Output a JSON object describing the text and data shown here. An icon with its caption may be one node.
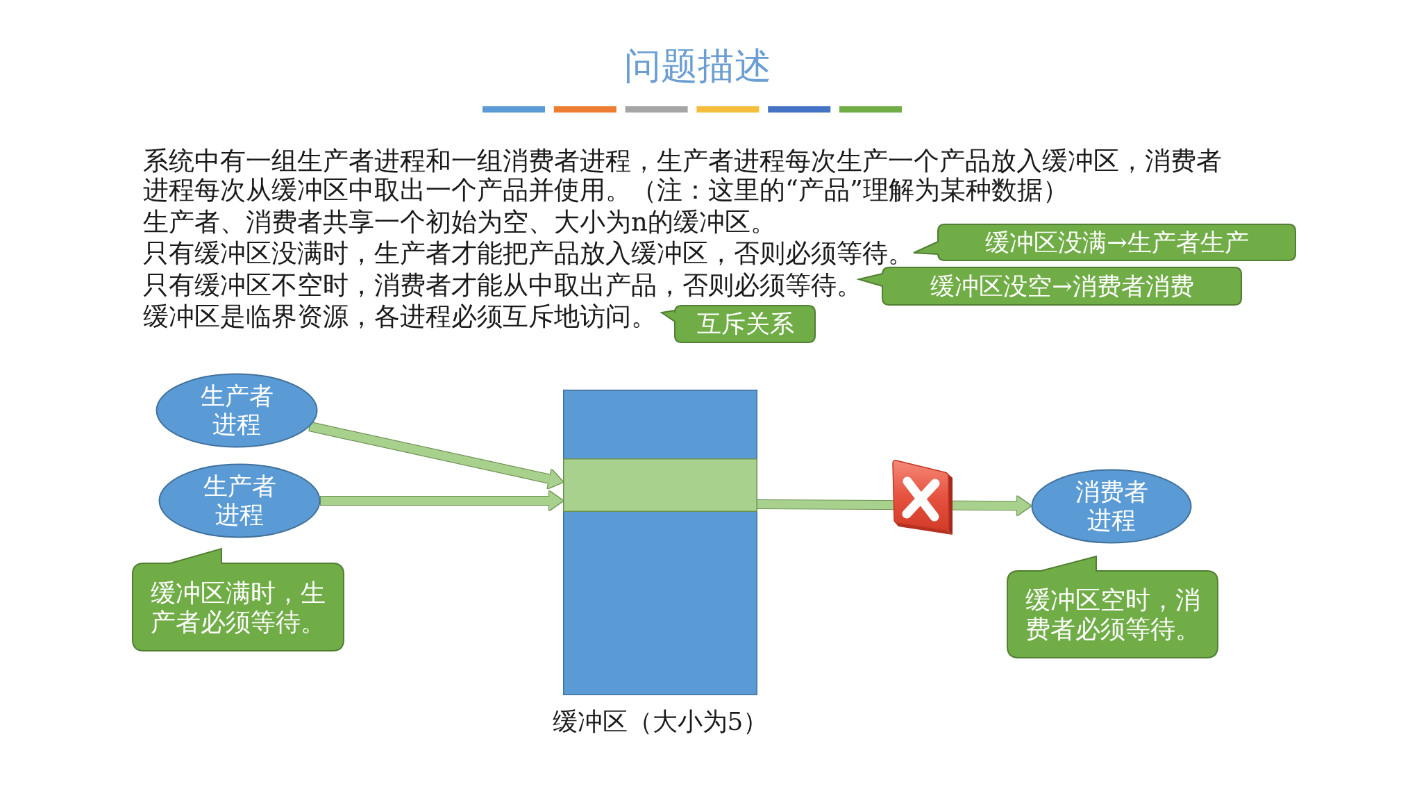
{
  "diagram": {
    "title": "问题描述",
    "nodes": [
      {
        "text": [
          "缓冲区没满→生产者生产"
        ]
      },
      {
        "text": [
          "缓冲区没空→消费者消费"
        ]
      },
      {
        "text": [
          "互斥关系"
        ]
      },
      {
        "text": [
          "生产者进程"
        ]
      },
      {
        "text": [
          "生产者进程"
        ]
      },
      {
        "text": [],
        "shape": "box",
        "beside": [
          "缓冲区（大小为5）"
        ]
      },
      {
        "text": [],
        "shape": "bar",
        "in": 5
      },
      {
        "text": [
          "消费者进程"
        ]
      },
      {
        "text": [
          "缓冲区满时，生产者必须等待。"
        ]
      },
      {
        "text": [
          "缓冲区空时，消费者必须等待。"
        ]
      }
    ],
    "edges": [
      {
        "from": 3,
        "to": 6,
        "arrow": "to"
      },
      {
        "from": 4,
        "to": 6,
        "arrow": "to"
      },
      {
        "from": 6,
        "to": 7,
        "arrow": "to"
      }
    ],
    "labels": [
      "系统中有一组生产者进程和一组消费者进程，生产者进程每次生产一个产品放入缓冲区，消费者进程每次从缓冲区中取出一个产品并使用。（注：这里的“产品”理解为某种数据）",
      "生产者、消费者共享一个初始为空、大小为n的缓冲区。",
      "只有缓冲区没满时，生产者才能把产品放入缓冲区，否则必须等待。",
      "只有缓冲区不空时，消费者才能从中取出产品，否则必须等待。",
      "缓冲区是临界资源，各进程必须互斥地访问。"
    ]
  }
}
